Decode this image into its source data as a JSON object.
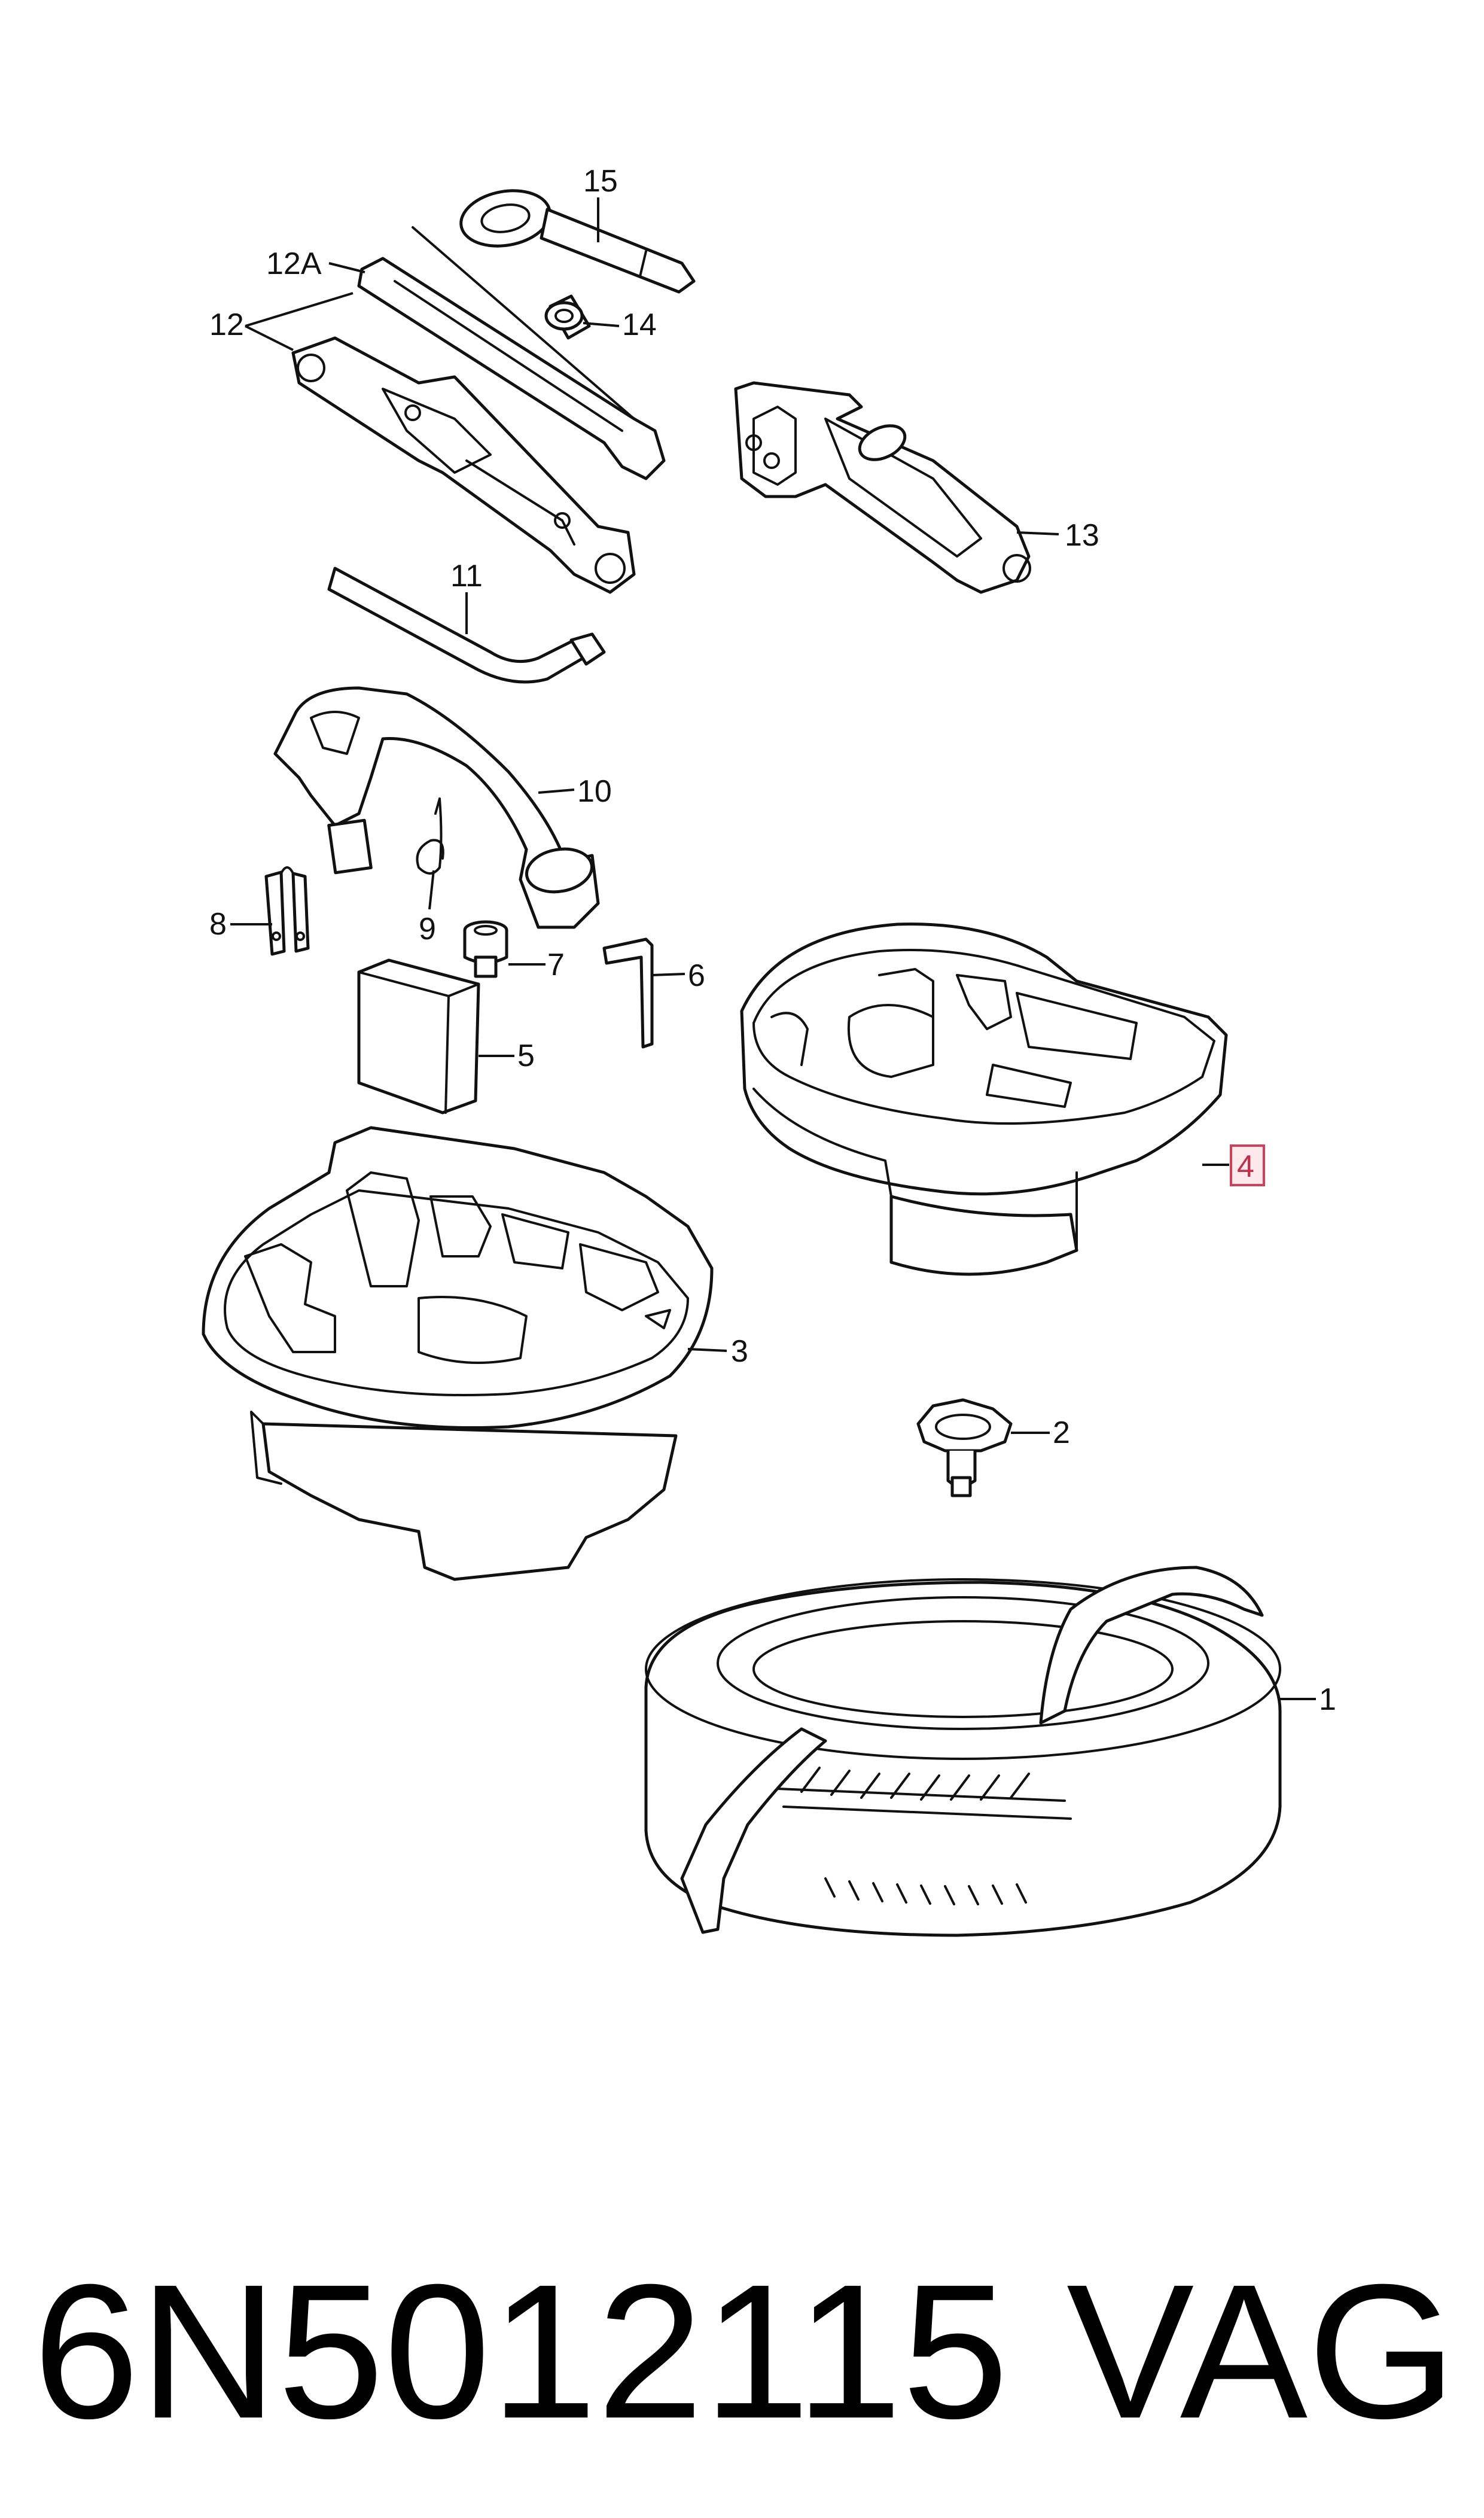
{
  "callouts": {
    "c1": "1",
    "c2": "2",
    "c3": "3",
    "c4": "4",
    "c5": "5",
    "c6": "6",
    "c7": "7",
    "c8": "8",
    "c9": "9",
    "c10": "10",
    "c11": "11",
    "c12": "12",
    "c12a": "12A",
    "c13": "13",
    "c14": "14",
    "c15": "15"
  },
  "highlighted_callout": "4",
  "caption": {
    "part_number": "6N5012115",
    "brand": "VAG"
  },
  "colors": {
    "line": "#111111",
    "highlight_border": "#d0405a",
    "highlight_fill": "#fde8ec"
  }
}
